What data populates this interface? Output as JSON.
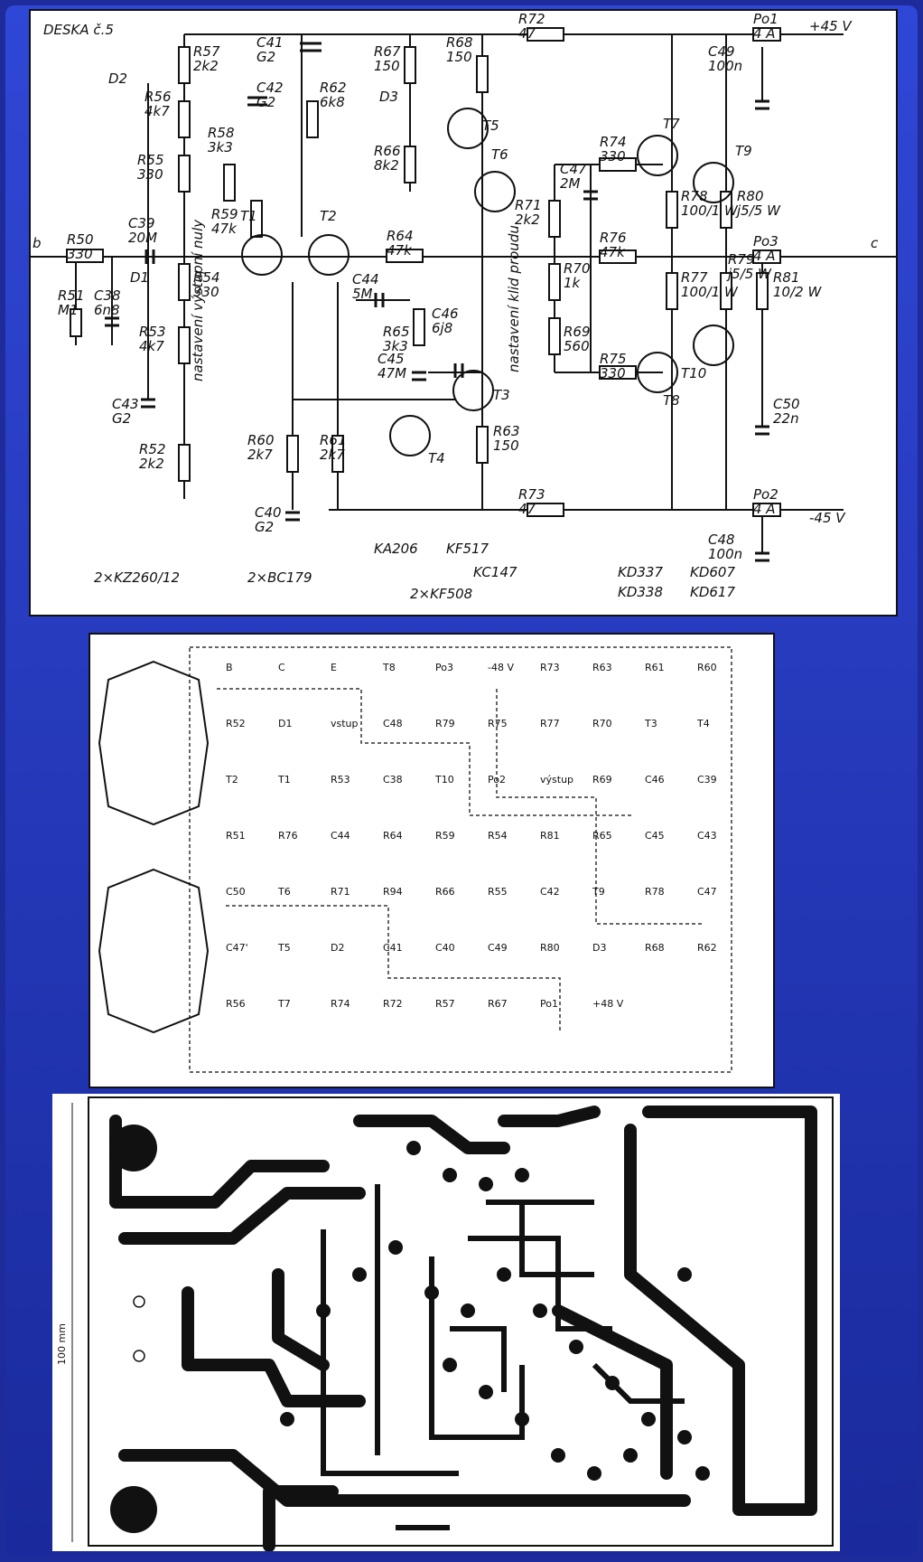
{
  "schematic": {
    "board_title": "DESKA č.5",
    "nodes": {
      "b": "b",
      "c": "c"
    },
    "supplies": {
      "positive": "+45 V",
      "negative": "-45 V"
    },
    "semiconductor_notes": [
      "2×KZ260/12",
      "2×BC179",
      "KA206",
      "KF517",
      "KC147",
      "2×KF508",
      "KD337",
      "KD338",
      "KD607",
      "KD617"
    ],
    "annotations": [
      "nastavení výstupní nuly",
      "nastavení klid proudu"
    ],
    "components": [
      {
        "ref": "R50",
        "value": "330"
      },
      {
        "ref": "R51",
        "value": "M1"
      },
      {
        "ref": "C38",
        "value": "6n8"
      },
      {
        "ref": "C39",
        "value": "20M"
      },
      {
        "ref": "D1",
        "value": ""
      },
      {
        "ref": "D2",
        "value": ""
      },
      {
        "ref": "R57",
        "value": "2k2"
      },
      {
        "ref": "R56",
        "value": "4k7"
      },
      {
        "ref": "R55",
        "value": "330"
      },
      {
        "ref": "R58",
        "value": "3k3"
      },
      {
        "ref": "R59",
        "value": "47k"
      },
      {
        "ref": "R54",
        "value": "330"
      },
      {
        "ref": "R53",
        "value": "4k7"
      },
      {
        "ref": "R52",
        "value": "2k2"
      },
      {
        "ref": "C43",
        "value": "G2"
      },
      {
        "ref": "C41",
        "value": "G2"
      },
      {
        "ref": "C42",
        "value": "G2"
      },
      {
        "ref": "R62",
        "value": "6k8"
      },
      {
        "ref": "T1",
        "value": ""
      },
      {
        "ref": "T2",
        "value": ""
      },
      {
        "ref": "R64",
        "value": "47k"
      },
      {
        "ref": "C44",
        "value": "5M"
      },
      {
        "ref": "R65",
        "value": "3k3"
      },
      {
        "ref": "C45",
        "value": "47M"
      },
      {
        "ref": "C46",
        "value": "6j8"
      },
      {
        "ref": "R60",
        "value": "2k7"
      },
      {
        "ref": "R61",
        "value": "2k7"
      },
      {
        "ref": "C40",
        "value": "G2"
      },
      {
        "ref": "T4",
        "value": ""
      },
      {
        "ref": "T3",
        "value": ""
      },
      {
        "ref": "R63",
        "value": "150"
      },
      {
        "ref": "R67",
        "value": "150"
      },
      {
        "ref": "D3",
        "value": ""
      },
      {
        "ref": "R66",
        "value": "8k2"
      },
      {
        "ref": "R68",
        "value": "150"
      },
      {
        "ref": "T5",
        "value": ""
      },
      {
        "ref": "T6",
        "value": ""
      },
      {
        "ref": "R71",
        "value": "2k2"
      },
      {
        "ref": "C47",
        "value": "2M"
      },
      {
        "ref": "R70",
        "value": "1k"
      },
      {
        "ref": "R69",
        "value": "560"
      },
      {
        "ref": "R72",
        "value": "47"
      },
      {
        "ref": "R73",
        "value": "47"
      },
      {
        "ref": "R74",
        "value": "330"
      },
      {
        "ref": "R76",
        "value": "47k"
      },
      {
        "ref": "R75",
        "value": "330"
      },
      {
        "ref": "T7",
        "value": ""
      },
      {
        "ref": "T8",
        "value": ""
      },
      {
        "ref": "T9",
        "value": ""
      },
      {
        "ref": "T10",
        "value": ""
      },
      {
        "ref": "R78",
        "value": "100/1 W"
      },
      {
        "ref": "R77",
        "value": "100/1 W"
      },
      {
        "ref": "R80",
        "value": "j5/5 W"
      },
      {
        "ref": "R79",
        "value": "j5/5 W"
      },
      {
        "ref": "R81",
        "value": "10/2 W"
      },
      {
        "ref": "C50",
        "value": "22n"
      },
      {
        "ref": "C49",
        "value": "100n"
      },
      {
        "ref": "C48",
        "value": "100n"
      },
      {
        "ref": "Po1",
        "value": "4 A"
      },
      {
        "ref": "Po2",
        "value": "4 A"
      },
      {
        "ref": "Po3",
        "value": "4 A"
      }
    ]
  },
  "layout": {
    "labels": [
      "B",
      "C",
      "E",
      "T8",
      "Po3",
      "-48 V",
      "R73",
      "R63",
      "R61",
      "R60",
      "R52",
      "D1",
      "vstup",
      "C48",
      "R79",
      "R75",
      "R77",
      "R70",
      "T3",
      "T4",
      "T2",
      "T1",
      "R53",
      "C38",
      "T10",
      "Po2",
      "výstup",
      "R69",
      "C46",
      "C39",
      "R51",
      "R76",
      "C44",
      "R64",
      "R59",
      "R54",
      "R81",
      "R65",
      "C45",
      "C43",
      "C50",
      "T6",
      "R71",
      "R94",
      "R66",
      "R55",
      "C42",
      "T9",
      "R78",
      "C47",
      "C47'",
      "T5",
      "D2",
      "C41",
      "C40",
      "C49",
      "R80",
      "D3",
      "R68",
      "R62",
      "R56",
      "T7",
      "R74",
      "R72",
      "R57",
      "R67",
      "Po1",
      "+48 V"
    ]
  },
  "pcb": {
    "dimension": "100 mm"
  }
}
